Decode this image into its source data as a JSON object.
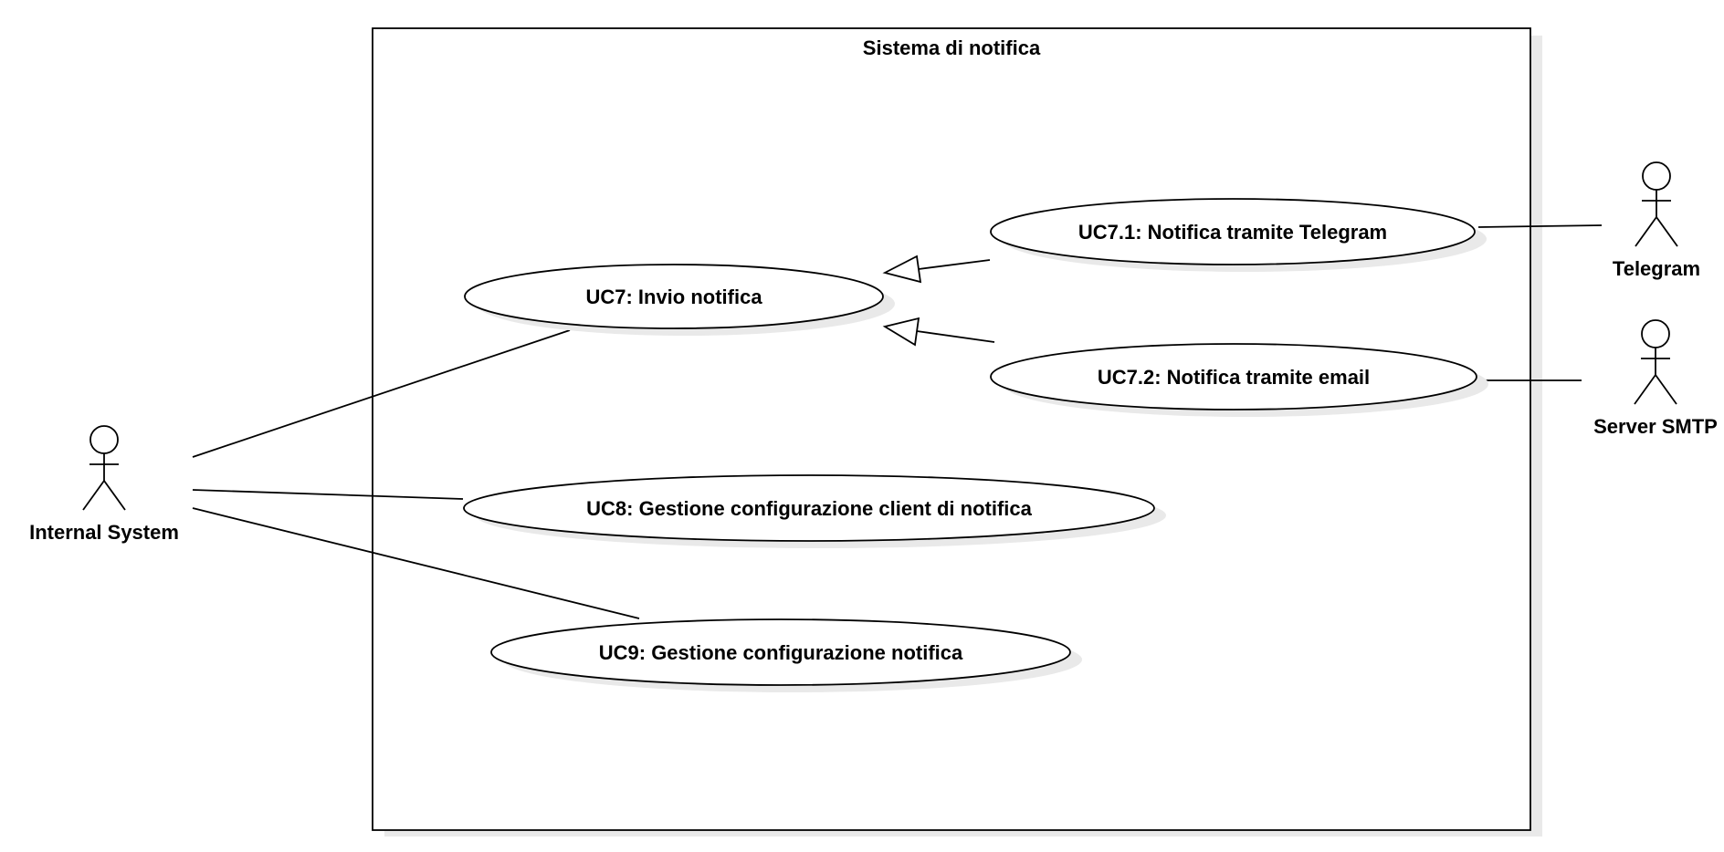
{
  "system": {
    "title": "Sistema di notifica"
  },
  "actors": {
    "internal_system": {
      "label": "Internal System"
    },
    "telegram": {
      "label": "Telegram"
    },
    "server_smtp": {
      "label": "Server SMTP"
    }
  },
  "use_cases": {
    "uc7": {
      "label": "UC7: Invio notifica"
    },
    "uc7_1": {
      "label": "UC7.1: Notifica tramite Telegram"
    },
    "uc7_2": {
      "label": "UC7.2: Notifica tramite email"
    },
    "uc8": {
      "label": "UC8: Gestione configurazione client di notifica"
    },
    "uc9": {
      "label": "UC9: Gestione configurazione notifica"
    }
  },
  "relationships": [
    {
      "from": "internal_system",
      "to": "uc7",
      "type": "association"
    },
    {
      "from": "internal_system",
      "to": "uc8",
      "type": "association"
    },
    {
      "from": "internal_system",
      "to": "uc9",
      "type": "association"
    },
    {
      "from": "uc7_1",
      "to": "uc7",
      "type": "generalization"
    },
    {
      "from": "uc7_2",
      "to": "uc7",
      "type": "generalization"
    },
    {
      "from": "uc7_1",
      "to": "telegram",
      "type": "association"
    },
    {
      "from": "uc7_2",
      "to": "server_smtp",
      "type": "association"
    }
  ]
}
